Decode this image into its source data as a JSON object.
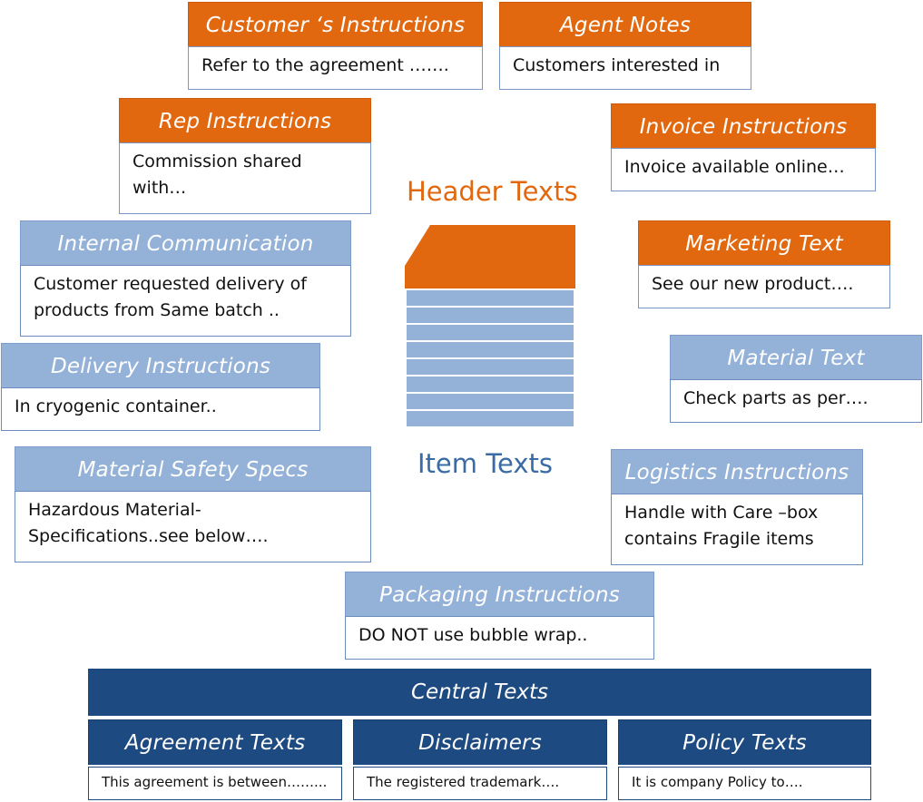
{
  "center": {
    "header_label": "Header Texts",
    "item_label": "Item Texts",
    "header_color": "#e2680f",
    "item_color": "#94b1d8"
  },
  "header_texts": [
    {
      "title": "Customer ‘s Instructions",
      "text": "Refer to the agreement ……."
    },
    {
      "title": "Agent Notes",
      "text": "Customers interested in"
    },
    {
      "title": "Rep Instructions",
      "text": "Commission shared with…"
    },
    {
      "title": "Invoice Instructions",
      "text": "Invoice available online…"
    },
    {
      "title": "Marketing Text",
      "text": "See our new product…."
    }
  ],
  "item_texts": [
    {
      "title": "Internal  Communication",
      "text": "Customer requested delivery of products from Same batch .."
    },
    {
      "title": "Delivery  Instructions",
      "text": "In cryogenic container.."
    },
    {
      "title": "Material Safety Specs",
      "text": "Hazardous Material-Specifications..see below…."
    },
    {
      "title": "Material Text",
      "text": "Check parts as per…."
    },
    {
      "title": "Logistics Instructions",
      "text": "Handle with Care –box contains Fragile items"
    },
    {
      "title": "Packaging  Instructions",
      "text": "DO NOT use bubble wrap.."
    }
  ],
  "central": {
    "title": "Central Texts",
    "items": [
      {
        "title": "Agreement  Texts",
        "text": "This agreement is between……..."
      },
      {
        "title": "Disclaimers",
        "text": "The registered trademark…."
      },
      {
        "title": "Policy Texts",
        "text": "It is company Policy to…."
      }
    ]
  },
  "colors": {
    "orange": "#e2680f",
    "light_blue": "#94b1d8",
    "navy": "#1d4a80"
  }
}
